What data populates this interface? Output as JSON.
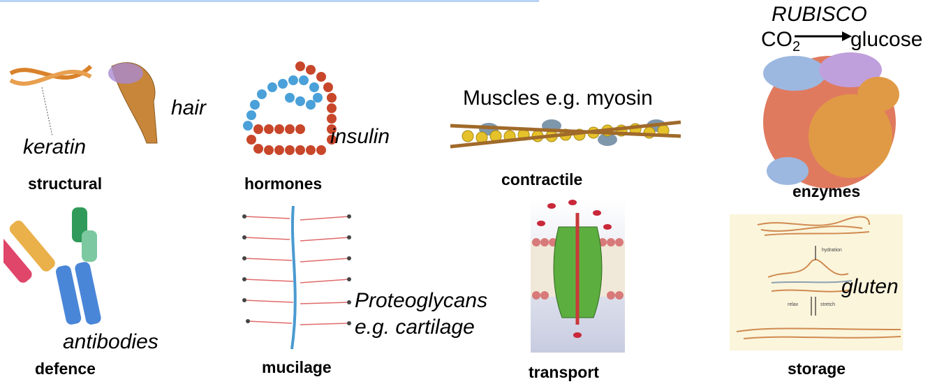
{
  "accent_line_color": "#b9d3f5",
  "categories": {
    "structural": {
      "label": "structural",
      "example": "hair",
      "protein": "keratin"
    },
    "hormones": {
      "label": "hormones",
      "example": "insulin"
    },
    "contractile": {
      "label": "contractile",
      "example": "Muscles e.g. myosin"
    },
    "enzymes": {
      "label": "enzymes",
      "enzyme": "RUBISCO",
      "reactant": "CO",
      "reactant_sub": "2",
      "product": "glucose"
    },
    "defence": {
      "label": "defence",
      "example": "antibodies"
    },
    "mucilage": {
      "label": "mucilage",
      "example_line1": "Proteoglycans",
      "example_line2": "e.g. cartilage"
    },
    "transport": {
      "label": "transport"
    },
    "storage": {
      "label": "storage",
      "example": "gluten",
      "diagram_labels": {
        "hydration": "hydration",
        "relax": "relax",
        "stretch": "stretch"
      }
    }
  }
}
